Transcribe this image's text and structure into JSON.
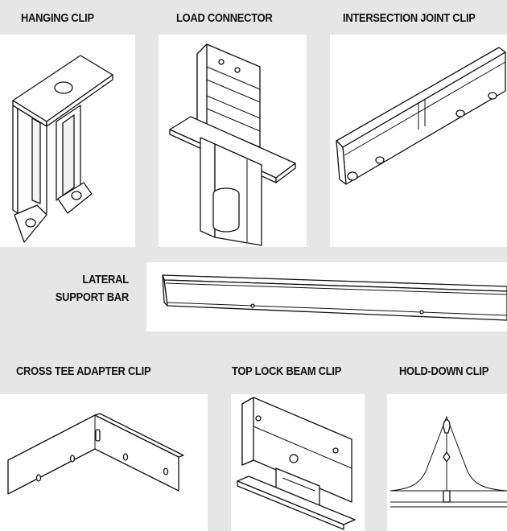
{
  "products": [
    {
      "label": "HANGING CLIP",
      "interactable": false
    },
    {
      "label": "LOAD CONNECTOR",
      "interactable": false
    },
    {
      "label": "INTERSECTION JOINT CLIP",
      "interactable": false
    },
    {
      "label_line1": "LATERAL",
      "label_line2": "SUPPORT BAR",
      "interactable": false
    },
    {
      "label": "CROSS TEE ADAPTER CLIP",
      "interactable": false
    },
    {
      "label": "TOP LOCK BEAM CLIP",
      "interactable": false
    },
    {
      "label": "HOLD-DOWN CLIP",
      "interactable": false
    }
  ],
  "colors": {
    "background": "#e6e6e6",
    "tile": "#ffffff",
    "ink": "#111111"
  }
}
